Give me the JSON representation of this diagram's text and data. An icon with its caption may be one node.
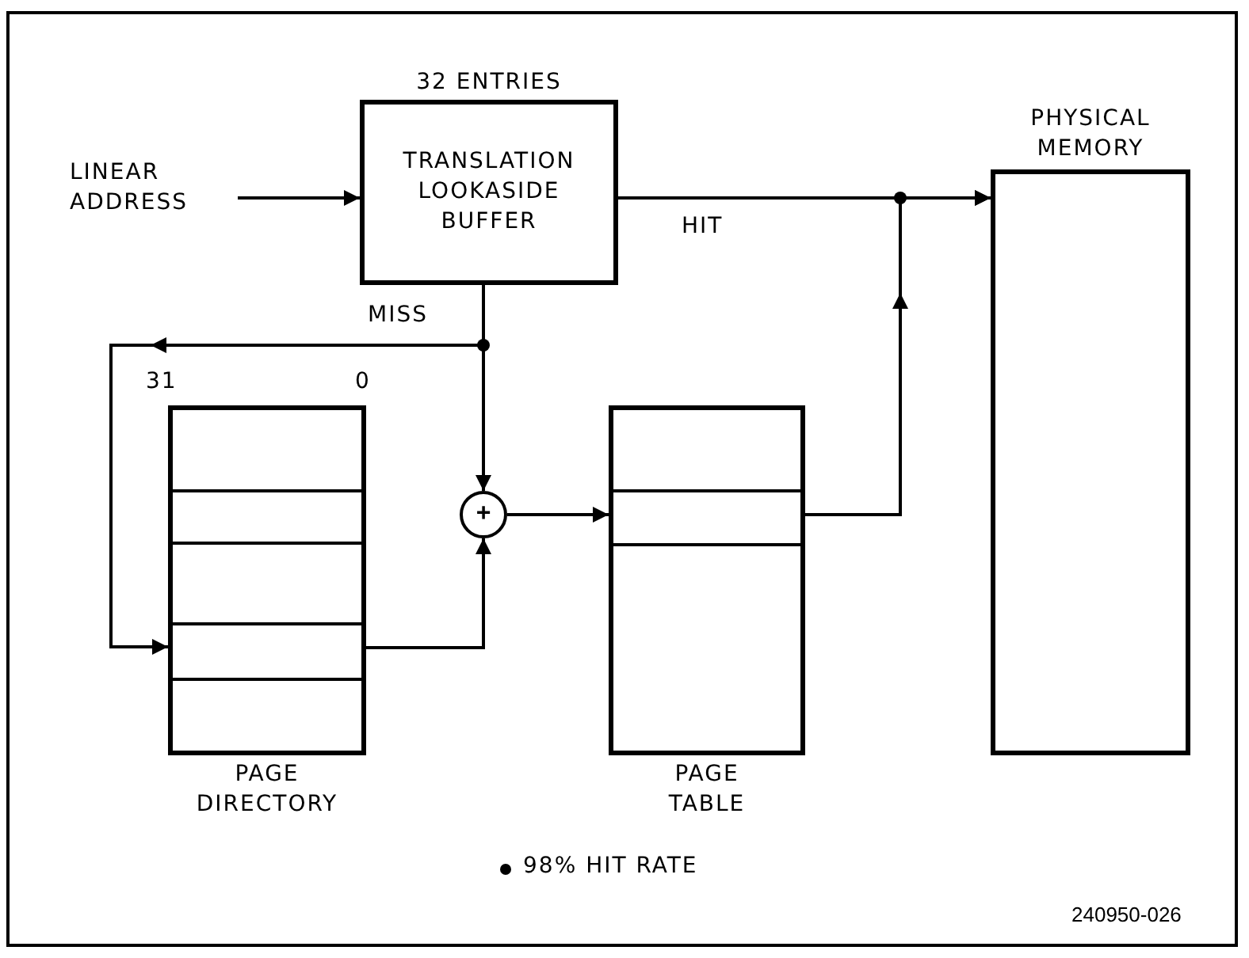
{
  "diagram": {
    "nodes": [
      {
        "text": [
          "LINEAR ADDRESS"
        ]
      },
      {
        "text": [
          "TRANSLATION LOOKASIDE BUFFER"
        ],
        "beside": [
          "32 ENTRIES"
        ]
      },
      {
        "text": [
          "PAGE DIRECTORY"
        ]
      },
      {
        "text": [
          "+"
        ]
      },
      {
        "text": [
          "PAGE TABLE"
        ]
      },
      {
        "text": [
          "PHYSICAL MEMORY"
        ]
      }
    ],
    "edges": [
      {
        "from": 0,
        "to": 1,
        "arrow": "to"
      },
      {
        "from": 1,
        "to": 5,
        "arrow": "to",
        "label": "HIT"
      },
      {
        "from": 1,
        "to": 2,
        "arrow": "to",
        "label": "MISS"
      },
      {
        "from": 1,
        "to": 3,
        "arrow": "to"
      },
      {
        "from": 2,
        "to": 3,
        "arrow": "to"
      },
      {
        "from": 3,
        "to": 4,
        "arrow": "to"
      },
      {
        "from": 4,
        "to": 5,
        "arrow": "to"
      }
    ],
    "labels": [
      "31",
      "0",
      "98% HIT RATE",
      "240950-026"
    ]
  }
}
